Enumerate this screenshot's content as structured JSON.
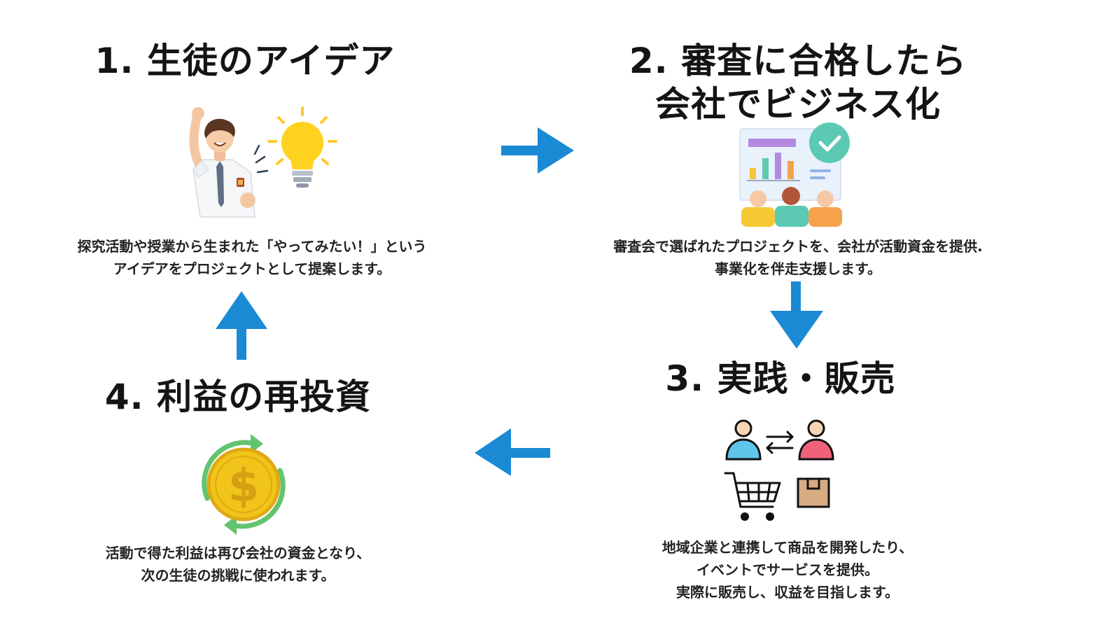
{
  "colors": {
    "arrow": "#1a8ad4",
    "title": "#141414",
    "text": "#222222"
  },
  "steps": [
    {
      "title_lines": [
        "1. 生徒のアイデア"
      ],
      "desc_lines": [
        "探究活動や授業から生まれた「やってみたい！」という",
        "アイデアをプロジェクトとして提案します。"
      ],
      "icon": "student-idea-icon"
    },
    {
      "title_lines": [
        "2. 審査に合格したら",
        "会社でビジネス化"
      ],
      "desc_lines": [
        "審査会で選ばれたプロジェクトを、会社が活動資金を提供.",
        "事業化を伴走支援します。"
      ],
      "icon": "review-approval-icon"
    },
    {
      "title_lines": [
        "3. 実践・販売"
      ],
      "desc_lines": [
        "地域企業と連携して商品を開発したり、",
        "イベントでサービスを提供。",
        "実際に販売し、収益を目指します。"
      ],
      "icon": "trade-sales-icon"
    },
    {
      "title_lines": [
        "4. 利益の再投資"
      ],
      "desc_lines": [
        "活動で得た利益は再び会社の資金となり、",
        "次の生徒の挑戦に使われます。"
      ],
      "icon": "dollar-cycle-icon"
    }
  ]
}
